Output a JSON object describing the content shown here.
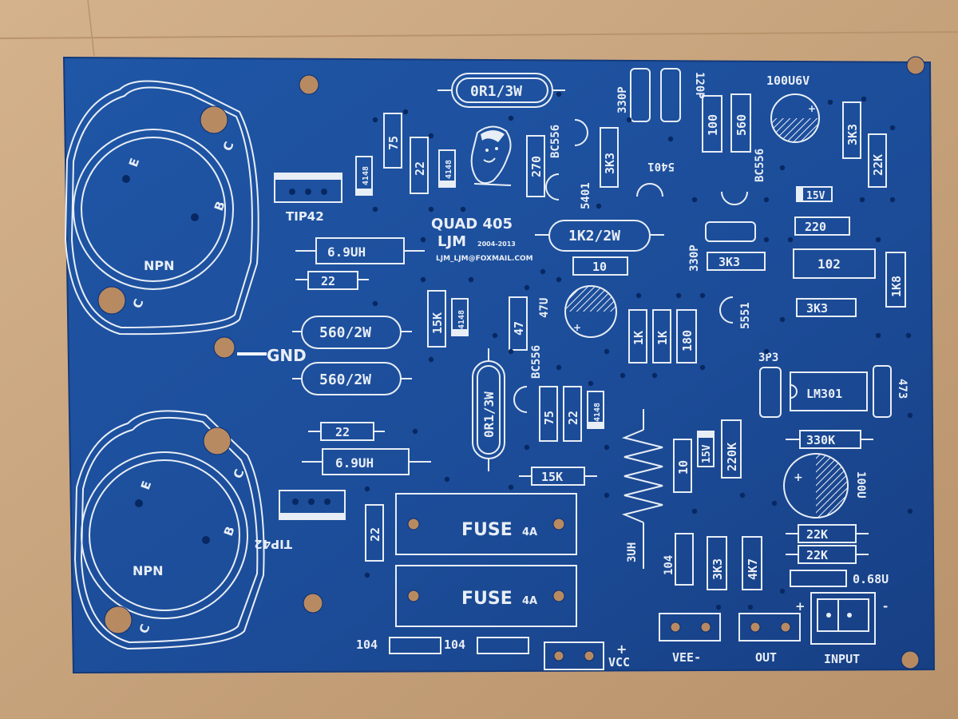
{
  "board": {
    "title": "QUAD 405",
    "designer": "LJM",
    "years": "2004-2013",
    "email": "LJM_LJM@FOXMAIL.COM",
    "colors": {
      "pcb": "#1e4f9c",
      "silkscreen": "#e8eef6",
      "background": "#c9a57f"
    }
  },
  "transistors": [
    {
      "label": "NPN",
      "pins": [
        "E",
        "B",
        "C",
        "C"
      ]
    },
    {
      "label": "NPN",
      "pins": [
        "E",
        "B",
        "C",
        "C"
      ]
    }
  ],
  "drivers": [
    "TIP42",
    "TIP42"
  ],
  "labels": {
    "gnd": "GND",
    "r_0r1_top": "0R1/3W",
    "r_0r1_mid": "0R1/3W",
    "r_1k2": "1K2/2W",
    "r_560_a": "560/2W",
    "r_560_b": "560/2W",
    "l_69_a": "6.9UH",
    "l_69_b": "6.9UH",
    "r22_a": "22",
    "r22_b": "22",
    "r22_c": "22",
    "r22_d": "22",
    "r22_e": "22",
    "r75_a": "75",
    "r75_b": "75",
    "d4148_a": "4148",
    "d4148_b": "4148",
    "d4148_c": "4148",
    "d4148_d": "4148",
    "r15k_a": "15K",
    "r15k_b": "15K",
    "r270": "270",
    "r47": "47",
    "c47u": "47U",
    "bc556_a": "BC556",
    "bc556_b": "BC556",
    "bc556_c": "BC556",
    "t5401_a": "5401",
    "t5401_b": "5401",
    "t5551": "5551",
    "r3k3_a": "3K3",
    "r3k3_b": "3K3",
    "r3k3_c": "3K3",
    "r3k3_d": "3K3",
    "r3k3_e": "3K3",
    "c330p_a": "330P",
    "c330p_b": "330P",
    "c120p": "120P",
    "r100": "100",
    "r560": "560",
    "c100u6v": "100U6V",
    "r22k_top": "22K",
    "z15v_a": "15V",
    "z15v_b": "15V",
    "r220": "220",
    "c102": "102",
    "r1k8": "1K8",
    "r10_a": "10",
    "r10_b": "10",
    "r1k_a": "1K",
    "r1k_b": "1K",
    "r180": "180",
    "c3p3": "3P3",
    "ic": "LM301",
    "c473": "473",
    "r330k": "330K",
    "r220k": "220K",
    "c100u": "100U",
    "r22k_a": "22K",
    "r22k_b": "22K",
    "c068u": "0.68U",
    "inductor": "3UH",
    "c104_a": "104",
    "c104_b": "104",
    "c104_c": "104",
    "r4k7": "4K7",
    "fuse_a": "FUSE",
    "fuse_b": "FUSE",
    "fuse_rating_a": "4A",
    "fuse_rating_b": "4A",
    "vcc": "VCC",
    "vee": "VEE-",
    "out": "OUT",
    "input": "INPUT",
    "plus_a": "+",
    "plus_b": "+",
    "minus": "-"
  }
}
